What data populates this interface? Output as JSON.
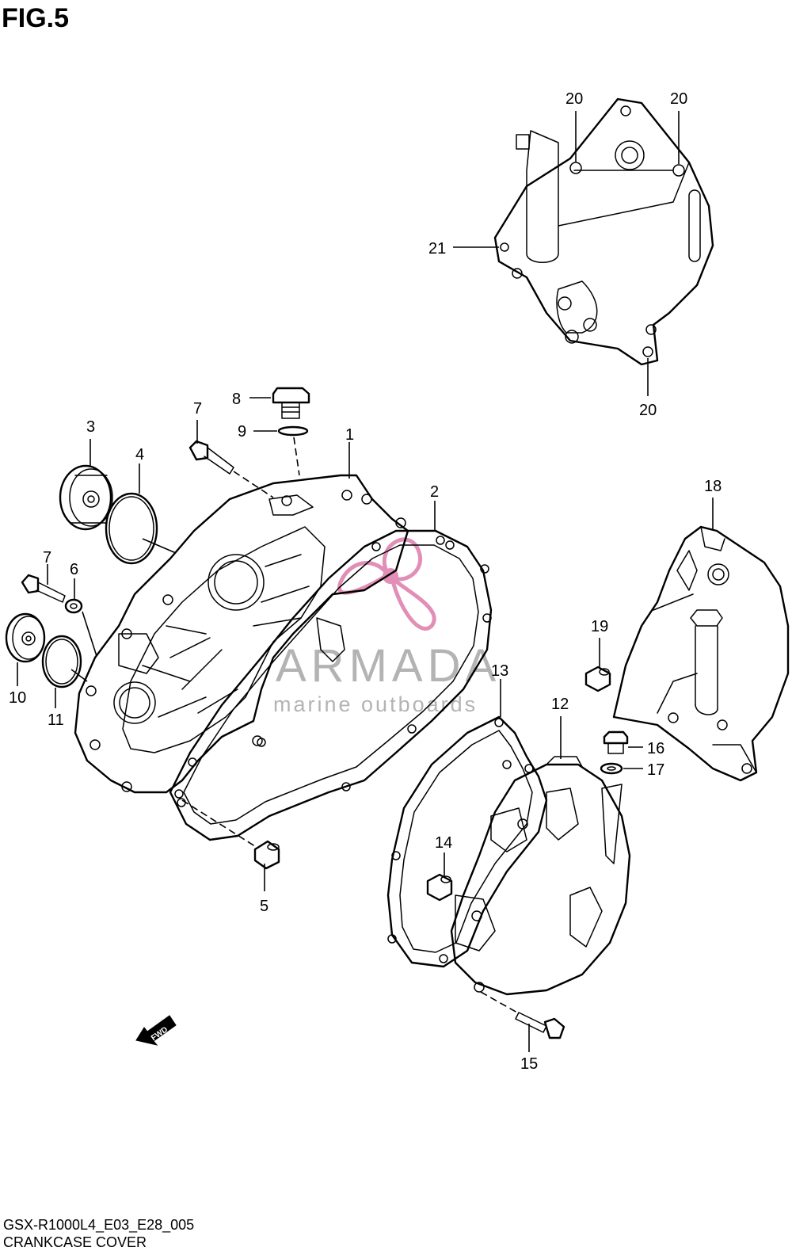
{
  "figure": {
    "title": "FIG.5"
  },
  "footer": {
    "code": "GSX-R1000L4_E03_E28_005",
    "name": "CRANKCASE COVER"
  },
  "watermark": {
    "name": "ARMADA",
    "tagline": "marine outboards",
    "accent_color": "#e28fb8",
    "text_color": "#b3b3b3"
  },
  "fwd_badge": {
    "label": "FWD"
  },
  "callouts": [
    {
      "id": "c1",
      "text": "1"
    },
    {
      "id": "c2",
      "text": "2"
    },
    {
      "id": "c3",
      "text": "3"
    },
    {
      "id": "c4",
      "text": "4"
    },
    {
      "id": "c5",
      "text": "5"
    },
    {
      "id": "c6",
      "text": "6"
    },
    {
      "id": "c7a",
      "text": "7"
    },
    {
      "id": "c7b",
      "text": "7"
    },
    {
      "id": "c8",
      "text": "8"
    },
    {
      "id": "c9",
      "text": "9"
    },
    {
      "id": "c10",
      "text": "10"
    },
    {
      "id": "c11",
      "text": "11"
    },
    {
      "id": "c12",
      "text": "12"
    },
    {
      "id": "c13",
      "text": "13"
    },
    {
      "id": "c14",
      "text": "14"
    },
    {
      "id": "c15",
      "text": "15"
    },
    {
      "id": "c16",
      "text": "16"
    },
    {
      "id": "c17",
      "text": "17"
    },
    {
      "id": "c18",
      "text": "18"
    },
    {
      "id": "c19",
      "text": "19"
    },
    {
      "id": "c20a",
      "text": "20"
    },
    {
      "id": "c20b",
      "text": "20"
    },
    {
      "id": "c20c",
      "text": "20"
    },
    {
      "id": "c21",
      "text": "21"
    }
  ]
}
